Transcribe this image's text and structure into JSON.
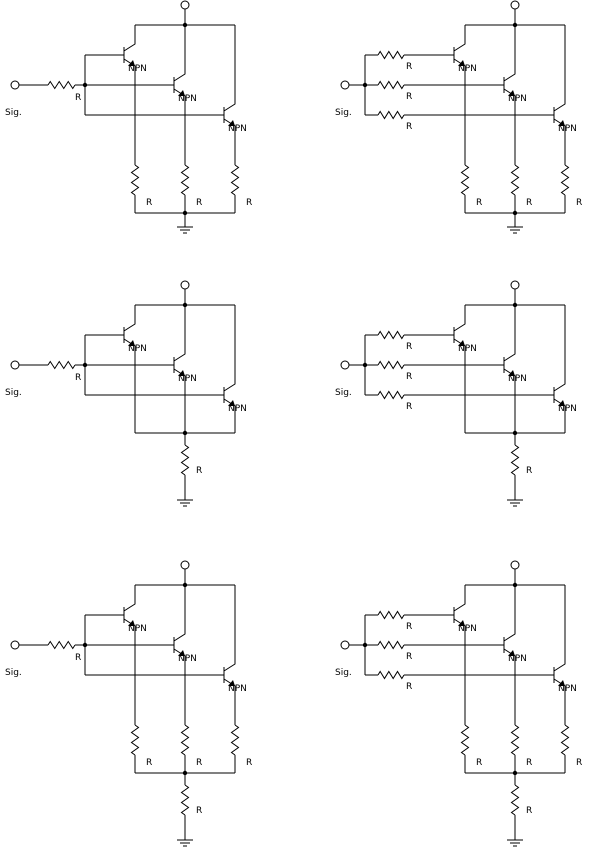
{
  "labels": {
    "transistor": "NPN",
    "resistor": "R",
    "signal": "Sig."
  },
  "circuits": [
    {
      "variant": "single-input",
      "emitter_resistors": "individual",
      "common_resistor": false
    },
    {
      "variant": "three-input",
      "emitter_resistors": "individual",
      "common_resistor": false
    },
    {
      "variant": "single-input",
      "emitter_resistors": "none",
      "common_resistor": true
    },
    {
      "variant": "three-input",
      "emitter_resistors": "none",
      "common_resistor": true
    },
    {
      "variant": "single-input",
      "emitter_resistors": "individual",
      "common_resistor": true
    },
    {
      "variant": "three-input",
      "emitter_resistors": "individual",
      "common_resistor": true
    }
  ]
}
